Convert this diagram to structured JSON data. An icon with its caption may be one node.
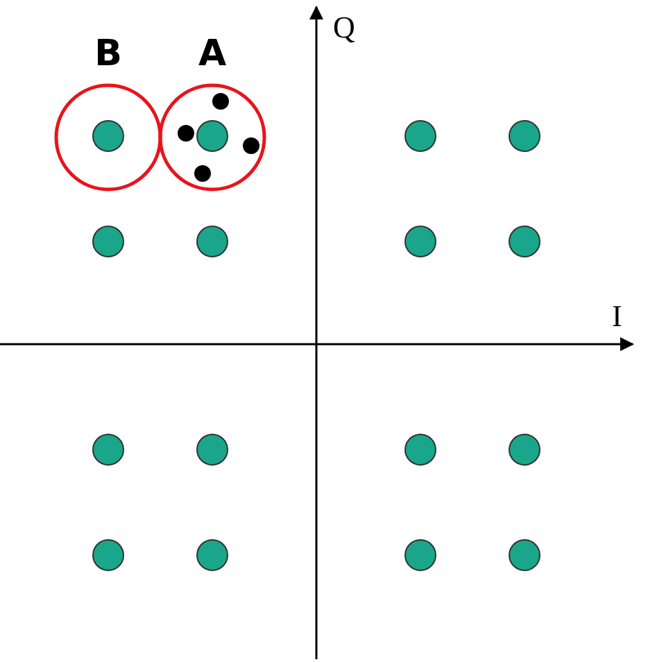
{
  "diagram": {
    "nodes": [
      {
        "text": [
          "B"
        ]
      },
      {
        "text": [
          "A"
        ]
      }
    ],
    "edges": [],
    "labels": [
      "Q",
      "I"
    ]
  }
}
